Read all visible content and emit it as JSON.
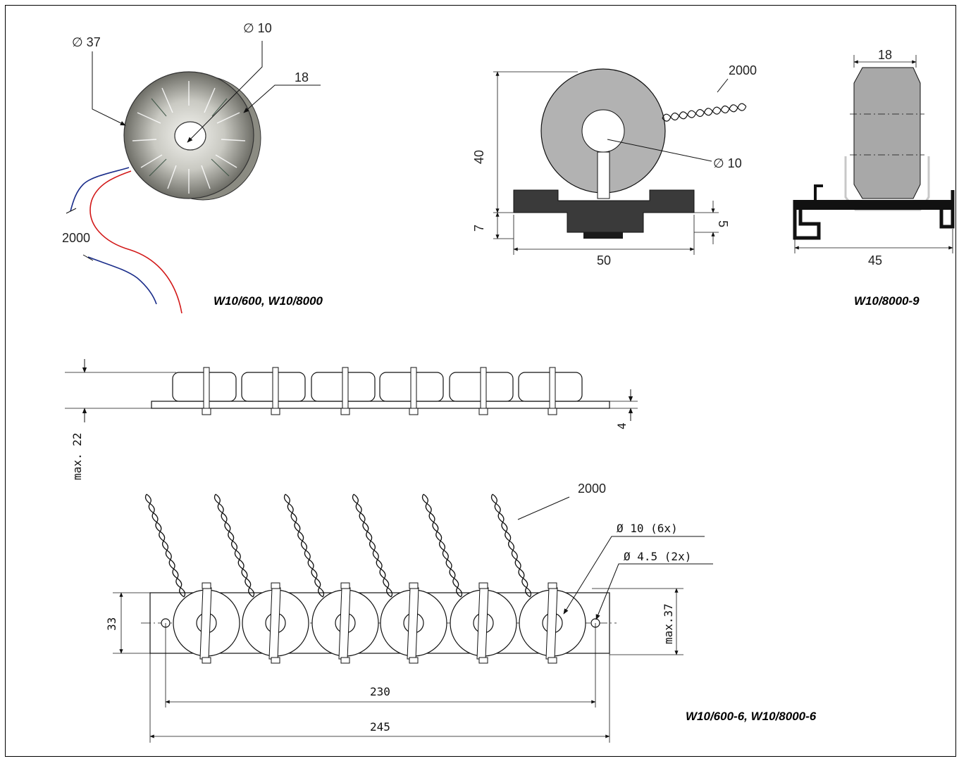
{
  "fig1": {
    "dia_outer": "∅ 37",
    "dia_inner": "∅ 10",
    "width": "18",
    "lead_length": "2000",
    "caption": "W10/600, W10/8000"
  },
  "fig2": {
    "lead_length": "2000",
    "height": "40",
    "dia_inner": "∅ 10",
    "base_height": "7",
    "base_step": "5",
    "base_width": "50"
  },
  "fig3": {
    "width_top": "18",
    "width_bottom": "45",
    "caption": "W10/8000-9"
  },
  "fig4": {
    "max_height": "max. 22",
    "plate_thickness": "4",
    "lead_length": "2000",
    "hole_dia": "Ø 10 (6x)",
    "mount_hole_dia": "Ø 4.5 (2x)",
    "width": "33",
    "max_width": "max.37",
    "hole_spacing": "230",
    "total_length": "245",
    "caption": "W10/600-6, W10/8000-6"
  }
}
